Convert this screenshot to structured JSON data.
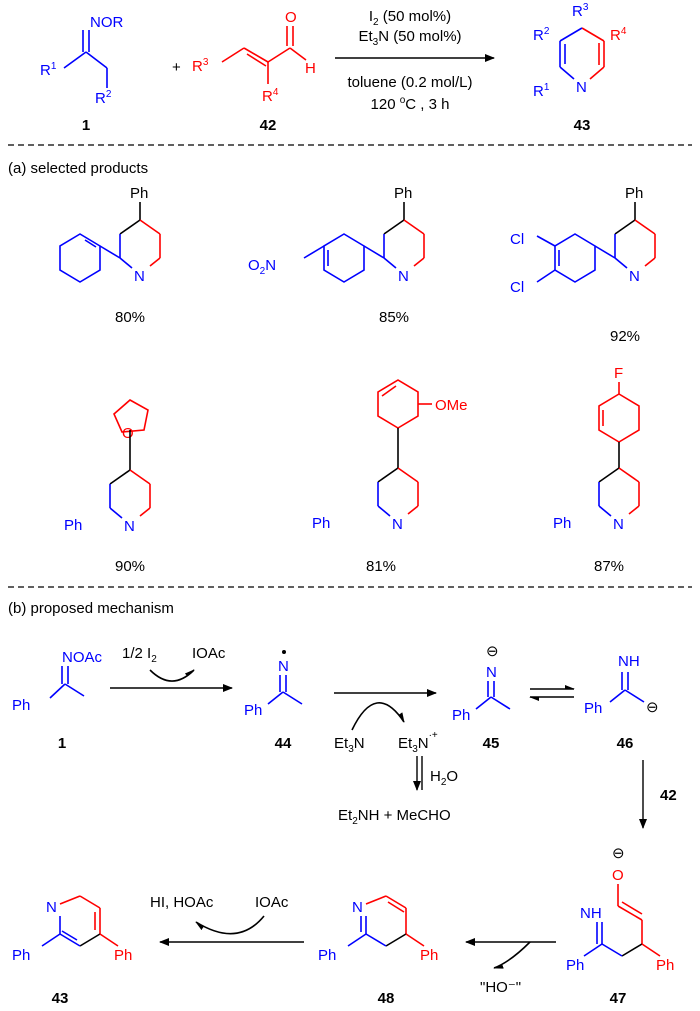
{
  "scheme": {
    "reactant_1": {
      "group": "NOR",
      "r1": "R",
      "r1_sup": "1",
      "r2": "R",
      "r2_sup": "2",
      "id": "1"
    },
    "reactant_42": {
      "r3": "R",
      "r3_sup": "3",
      "r4": "R",
      "r4_sup": "4",
      "o": "O",
      "h": "H",
      "id": "42"
    },
    "plus": "+",
    "conditions": {
      "line1_a": "I",
      "line1_sub": "2",
      "line1_b": " (50 mol%)",
      "line2_a": "Et",
      "line2_sub": "3",
      "line2_b": "N (50 mol%)",
      "line3": "toluene (0.2 mol/L)",
      "line4_a": "120 ",
      "line4_sup": "o",
      "line4_b": "C , 3 h"
    },
    "product_43": {
      "r1": "R",
      "r1_sup": "1",
      "r2": "R",
      "r2_sup": "2",
      "r3": "R",
      "r3_sup": "3",
      "r4": "R",
      "r4_sup": "4",
      "n": "N",
      "id": "43"
    }
  },
  "section_a": {
    "title": "(a) selected products",
    "products": [
      {
        "yield": "80%",
        "ph": "Ph",
        "n": "N"
      },
      {
        "yield": "85%",
        "ph": "Ph",
        "n": "N",
        "sub_a": "O",
        "sub_sub": "2",
        "sub_b": "N"
      },
      {
        "yield": "92%",
        "ph": "Ph",
        "n": "N",
        "cl1": "Cl",
        "cl2": "Cl"
      },
      {
        "yield": "90%",
        "ph": "Ph",
        "n": "N",
        "o": "O"
      },
      {
        "yield": "81%",
        "ph": "Ph",
        "n": "N",
        "ome": "OMe"
      },
      {
        "yield": "87%",
        "ph": "Ph",
        "n": "N",
        "f": "F"
      }
    ]
  },
  "section_b": {
    "title": "(b) proposed mechanism",
    "c1": {
      "group": "NOAc",
      "ph": "Ph",
      "id": "1"
    },
    "reagent_i2_a": "1/2 I",
    "reagent_i2_sub": "2",
    "byproduct_ioac": "IOAc",
    "c44": {
      "n": "N",
      "ph": "Ph",
      "id": "44"
    },
    "et3n_a": "Et",
    "et3n_sub": "3",
    "et3n_b": "N",
    "et3n_cation_sup": "·+",
    "h2o_a": "H",
    "h2o_sub": "2",
    "h2o_b": "O",
    "et2nh_a": "Et",
    "et2nh_sub": "2",
    "et2nh_b": "NH + MeCHO",
    "c45": {
      "n": "N",
      "ph": "Ph",
      "charge": "⊖",
      "id": "45"
    },
    "c46": {
      "nh": "NH",
      "ph": "Ph",
      "charge": "⊖",
      "id": "46"
    },
    "reagent_42": "42",
    "c47": {
      "nh": "NH",
      "ph": "Ph",
      "ph2": "Ph",
      "o": "O",
      "charge": "⊖",
      "id": "47"
    },
    "c48": {
      "n": "N",
      "ph": "Ph",
      "ph2": "Ph",
      "id": "48"
    },
    "ho_byproduct": "\"HO⁻\"",
    "hi_hoac": "HI, HOAc",
    "ioac_reagent": "IOAc",
    "c43": {
      "n": "N",
      "ph": "Ph",
      "ph2": "Ph",
      "id": "43"
    }
  }
}
